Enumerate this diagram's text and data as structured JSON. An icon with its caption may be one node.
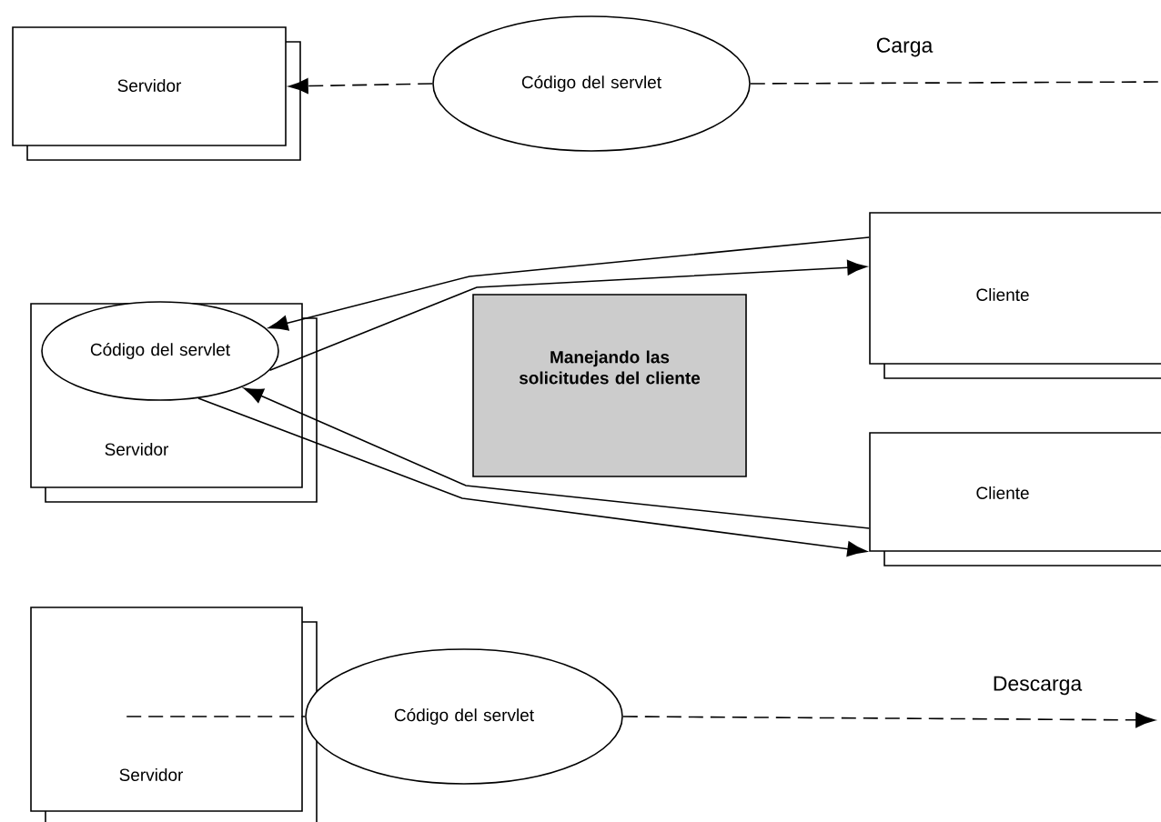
{
  "diagram": {
    "nodes": [
      {
        "text": [
          "Servidor"
        ]
      },
      {
        "text": [
          "Código del servlet"
        ]
      },
      {
        "text": [
          "Servidor"
        ]
      },
      {
        "text": [
          "Código del servlet"
        ],
        "in": 2
      },
      {
        "text": [
          "Manejando las solicitudes del cliente"
        ]
      },
      {
        "text": [
          "Cliente"
        ]
      },
      {
        "text": [
          "Cliente"
        ]
      },
      {
        "text": [
          "Servidor"
        ]
      },
      {
        "text": [
          "Código del servlet"
        ]
      }
    ],
    "edges": [
      {
        "from": 1,
        "to": 0,
        "arrow": "to",
        "style": "dashed"
      },
      {
        "from": 1,
        "to": null,
        "arrow": "none",
        "style": "dashed",
        "label": "Carga"
      },
      {
        "from": 5,
        "to": 3,
        "arrow": "to"
      },
      {
        "from": 3,
        "to": 5,
        "arrow": "to"
      },
      {
        "from": 6,
        "to": 3,
        "arrow": "to"
      },
      {
        "from": 3,
        "to": 6,
        "arrow": "to"
      },
      {
        "from": 7,
        "to": 8,
        "arrow": "none",
        "style": "dashed"
      },
      {
        "from": 8,
        "to": null,
        "arrow": "to",
        "style": "dashed",
        "label": "Descarga"
      }
    ]
  }
}
